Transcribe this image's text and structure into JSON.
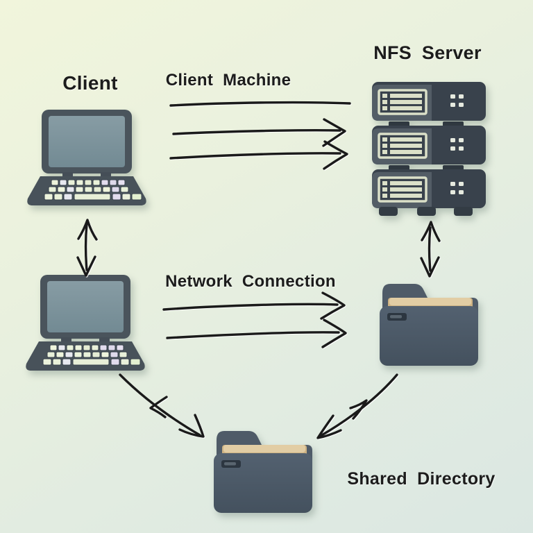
{
  "diagram": {
    "type": "nfs-architecture-illustration",
    "labels": {
      "client": "Client",
      "client_machine": "Client Machine",
      "nfs_server": "NFS Server",
      "network_connection": "Network Connection",
      "shared_directory": "Shared Directory"
    },
    "nodes": [
      {
        "id": "client-laptop-top",
        "icon": "laptop-icon",
        "label": "Client"
      },
      {
        "id": "client-laptop-bottom",
        "icon": "laptop-icon",
        "label": ""
      },
      {
        "id": "nfs-server-stack",
        "icon": "server-stack-icon",
        "label": "NFS Server",
        "units": 3
      },
      {
        "id": "exported-folder",
        "icon": "folder-icon",
        "label": ""
      },
      {
        "id": "shared-directory-folder",
        "icon": "folder-icon",
        "label": "Shared Directory"
      }
    ],
    "connections": [
      {
        "from": "client-laptop-top",
        "to": "nfs-server-stack",
        "label": "Client Machine",
        "style": "one-plain-line-plus-two-right-arrows"
      },
      {
        "from": "client-laptop-top",
        "to": "client-laptop-bottom",
        "style": "vertical-double-headed-arrow"
      },
      {
        "from": "client-laptop-bottom",
        "to": "exported-folder",
        "label": "Network Connection",
        "style": "two-right-arrows"
      },
      {
        "from": "nfs-server-stack",
        "to": "exported-folder",
        "style": "vertical-double-headed-arrow"
      },
      {
        "from": "client-laptop-bottom",
        "to": "shared-directory-folder",
        "style": "curved-arrow-down-right"
      },
      {
        "from": "exported-folder",
        "to": "shared-directory-folder",
        "style": "curved-arrow-down-left"
      }
    ],
    "palette": {
      "background_top": "#f1f5dc",
      "background_bottom": "#dbe7e2",
      "ink": "#1a1a1a",
      "device_dark": "#39424c",
      "device_mid": "#4c565f",
      "screen_blue_gray": "#7d949d",
      "key_light_green": "#eaf1db",
      "key_lavender": "#ded9eb",
      "vent_cream": "#dbe0c8",
      "folder_body": "#4c5a68",
      "folder_paper_tan": "#cdb283",
      "folder_paper_cream": "#e2cda4"
    }
  }
}
